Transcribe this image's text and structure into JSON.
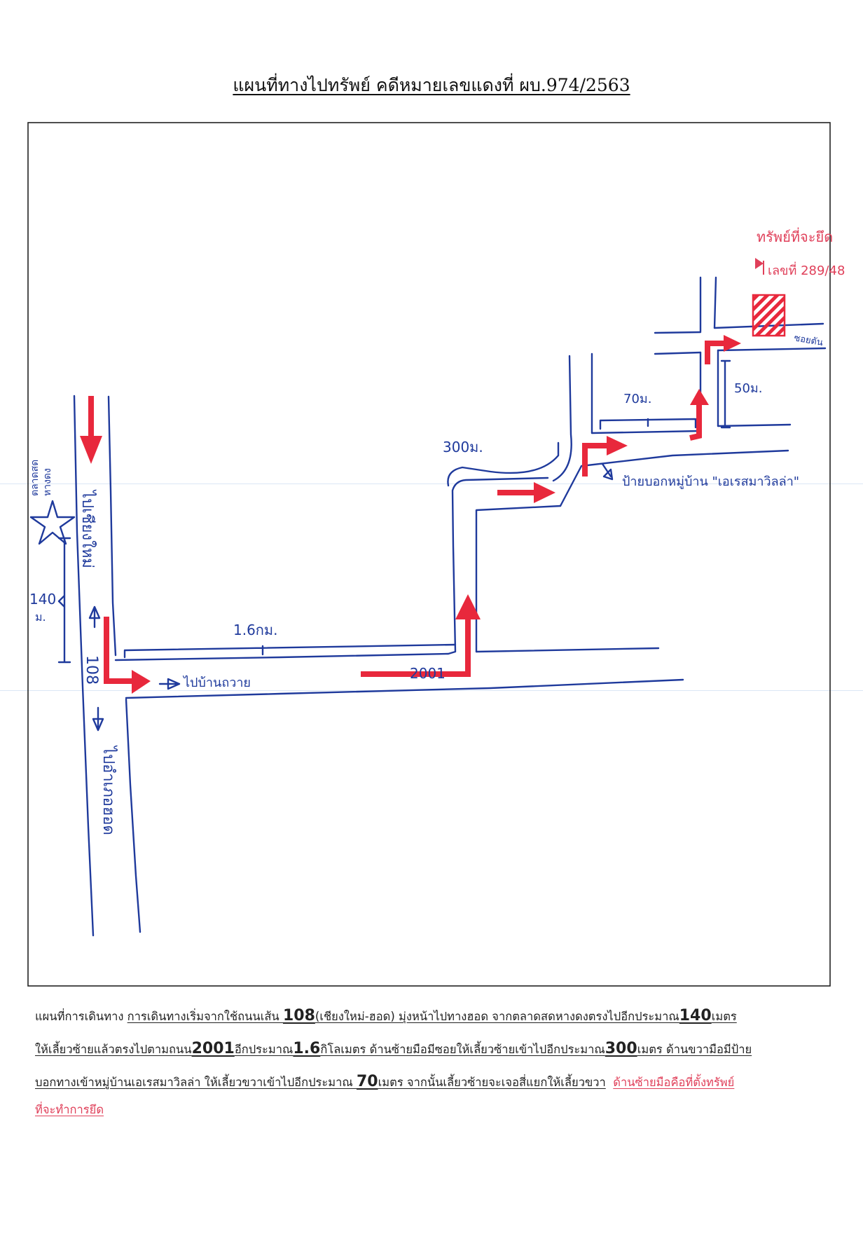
{
  "title": "แผนที่ทางไปทรัพย์  คดีหมายเลขแดงที่ ผบ.974/2563",
  "map": {
    "labels": {
      "to_chiangmai": "ไปเชียงใหม่",
      "road_108": "108",
      "to_hod": "ไปอำเภอฮอด",
      "market_line1": "ตลาดสด",
      "market_line2": "หางดง",
      "dist_140_value": "140",
      "dist_140_unit": "ม.",
      "dist_1_6km": "1.6กม.",
      "road_2001": "2001",
      "to_ban_thawai": "ไปบ้านถวาย",
      "dist_300m": "300ม.",
      "village_sign": "ป้ายบอกหมู่บ้าน \"เอเรสมาวิลล่า\"",
      "dist_70m": "70ม.",
      "dist_50m": "50ม.",
      "dead_end": "ซอยตัน",
      "property_line1": "ทรัพย์ที่จะยึด",
      "property_line2": "เลขที่ 289/48"
    },
    "colors": {
      "road_pen": "#1f3a9c",
      "route_arrow": "#e8283c",
      "property": "#e0405a"
    },
    "icons": [
      "star-icon",
      "route-arrow",
      "direction-arrow-icon",
      "hatched-property-marker",
      "flag-icon"
    ]
  },
  "description": {
    "line1": {
      "plain": "แผนที่การเดินทาง ",
      "u1": "การเดินทางเริ่มจากใช้ถนนเส้น ",
      "n1": "108",
      "u2": "(เชียงใหม่-ฮอด) มุ่งหน้าไปทางฮอด จากตลาดสดหางดงตรงไปอีกประมาณ",
      "n2": "140",
      "u3": "เมตร"
    },
    "line2": {
      "u1": "ให้เลี้ยวซ้ายแล้วตรงไปตามถนน",
      "n1": "2001",
      "u2": "อีกประมาณ",
      "n2": "1.6",
      "u3": "กิโลเมตร ด้านซ้ายมือมีซอยให้เลี้ยวซ้ายเข้าไปอีกประมาณ",
      "n3": "300",
      "u4": "เมตร ด้านขวามือมีป้าย"
    },
    "line3": {
      "u1": "บอกทางเข้าหมู่บ้านเอเรสมาวิลล่า ให้เลี้ยวขวาเข้าไปอีกประมาณ ",
      "n1": "70",
      "u2": "เมตร จากนั้นเลี้ยวซ้ายจะเจอสี่แยกให้เลี้ยวขวา",
      "red": "ด้านซ้ายมือคือที่ตั้งทรัพย์"
    },
    "line4": {
      "red": "ที่จะทำการยึด"
    }
  }
}
